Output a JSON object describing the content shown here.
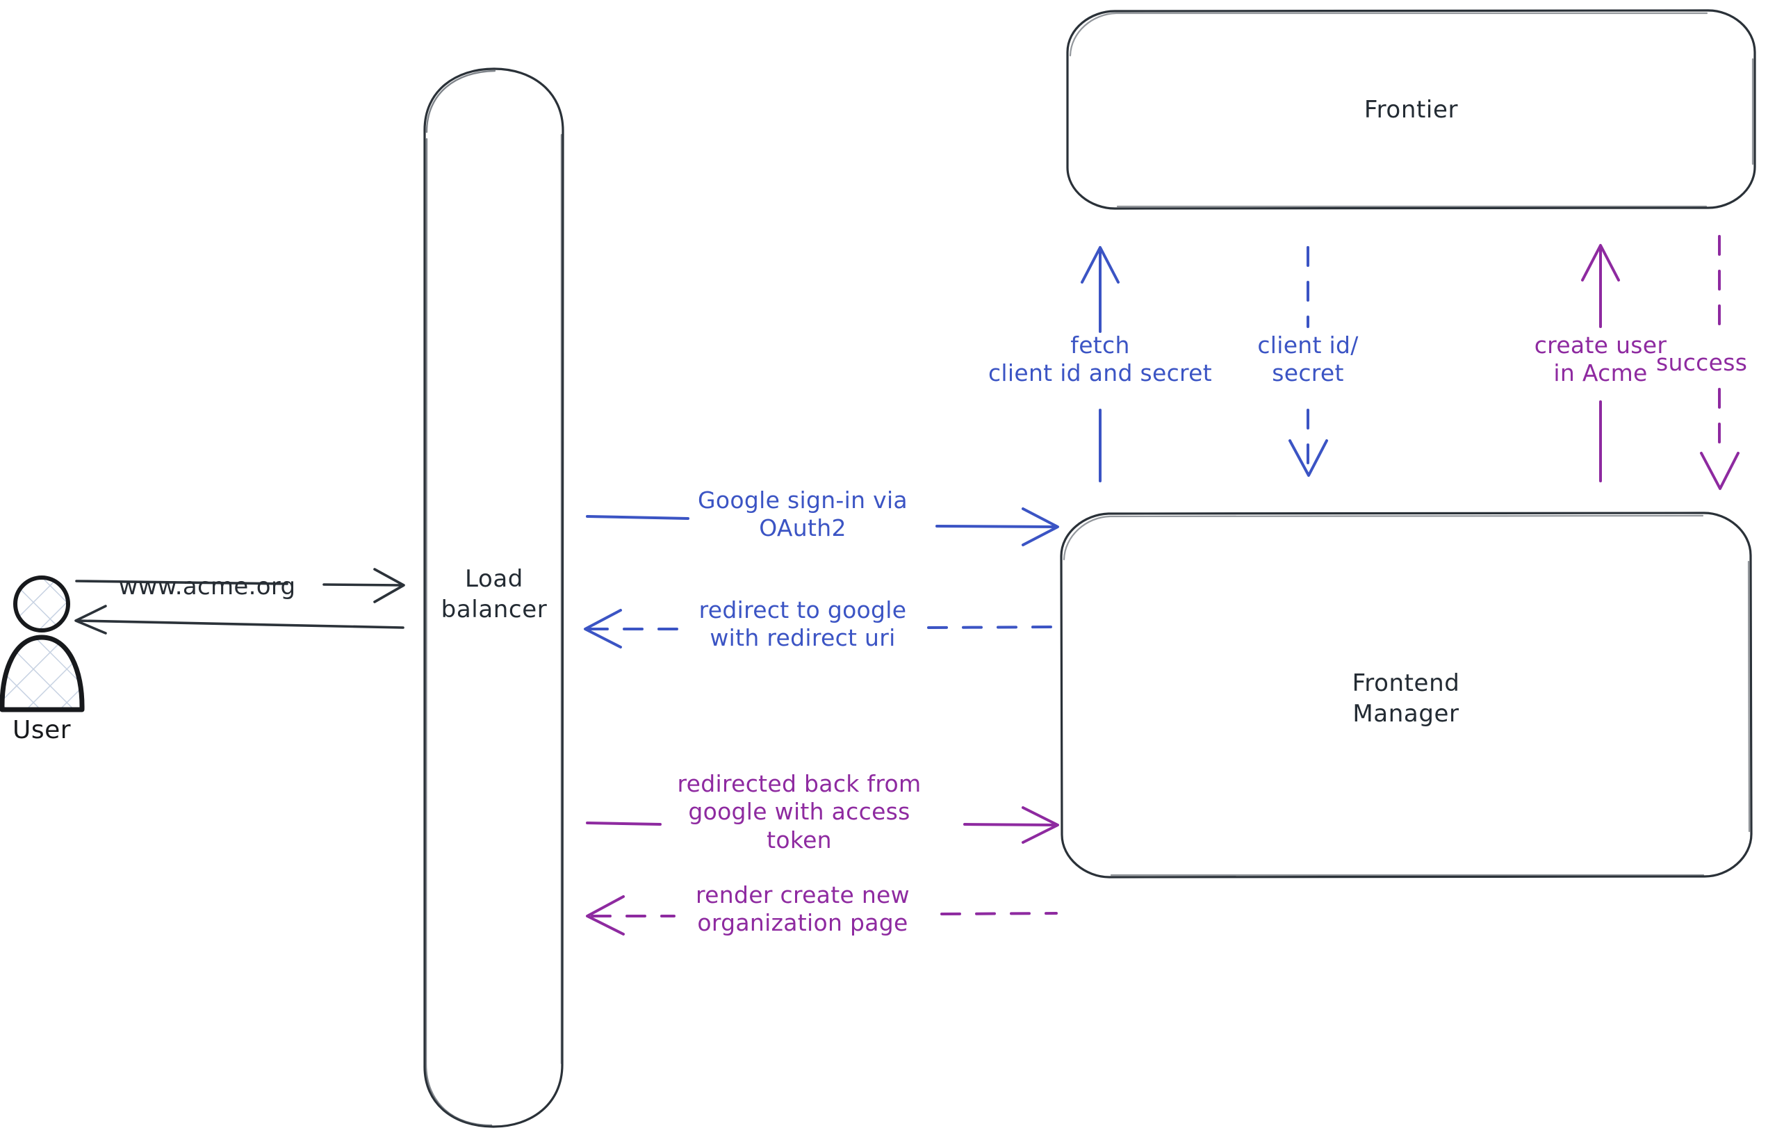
{
  "diagram": {
    "title": "Google OAuth2 sign-in flow",
    "background": "#ffffff",
    "colors": {
      "stroke_dark": "#262c33",
      "blue": "#3b54c4",
      "purple": "#8e2aa0",
      "actor_fill": "#ffffff"
    }
  },
  "actor": {
    "name": "user-actor",
    "caption": "User"
  },
  "nodes": [
    {
      "id": "load-balancer",
      "label": "Load\nbalancer"
    },
    {
      "id": "frontier",
      "label": "Frontier"
    },
    {
      "id": "frontend-manager",
      "label": "Frontend\nManager"
    }
  ],
  "edges": [
    {
      "id": "user-to-lb",
      "label": "www.acme.org",
      "color": "#262c33",
      "style": "solid",
      "direction": "right",
      "from": "user-actor",
      "to": "load-balancer"
    },
    {
      "id": "lb-to-user",
      "label": "",
      "color": "#262c33",
      "style": "solid",
      "direction": "left",
      "from": "load-balancer",
      "to": "user-actor"
    },
    {
      "id": "lb-to-fm-signin",
      "label": "Google sign-in via\nOAuth2",
      "color": "#3b54c4",
      "style": "solid",
      "direction": "right",
      "from": "load-balancer",
      "to": "frontend-manager"
    },
    {
      "id": "fm-to-lb-redirect",
      "label": "redirect to google\nwith redirect uri",
      "color": "#3b54c4",
      "style": "dashed",
      "direction": "left",
      "from": "frontend-manager",
      "to": "load-balancer"
    },
    {
      "id": "lb-to-fm-token",
      "label": "redirected back from\ngoogle with access\ntoken",
      "color": "#8e2aa0",
      "style": "solid",
      "direction": "right",
      "from": "load-balancer",
      "to": "frontend-manager"
    },
    {
      "id": "fm-to-lb-render",
      "label": "render create new\norganization page",
      "color": "#8e2aa0",
      "style": "dashed",
      "direction": "left",
      "from": "frontend-manager",
      "to": "load-balancer"
    },
    {
      "id": "fm-to-frontier-fetch",
      "label": "fetch\nclient id and secret",
      "color": "#3b54c4",
      "style": "solid",
      "direction": "up",
      "from": "frontend-manager",
      "to": "frontier"
    },
    {
      "id": "frontier-to-fm-credentials",
      "label": "client id/\nsecret",
      "color": "#3b54c4",
      "style": "dashed",
      "direction": "down",
      "from": "frontier",
      "to": "frontend-manager"
    },
    {
      "id": "fm-to-frontier-create-user",
      "label": "create user\nin Acme",
      "color": "#8e2aa0",
      "style": "solid",
      "direction": "up",
      "from": "frontend-manager",
      "to": "frontier"
    },
    {
      "id": "frontier-to-fm-success",
      "label": "success",
      "color": "#8e2aa0",
      "style": "dashed",
      "direction": "down",
      "from": "frontier",
      "to": "frontend-manager"
    }
  ]
}
